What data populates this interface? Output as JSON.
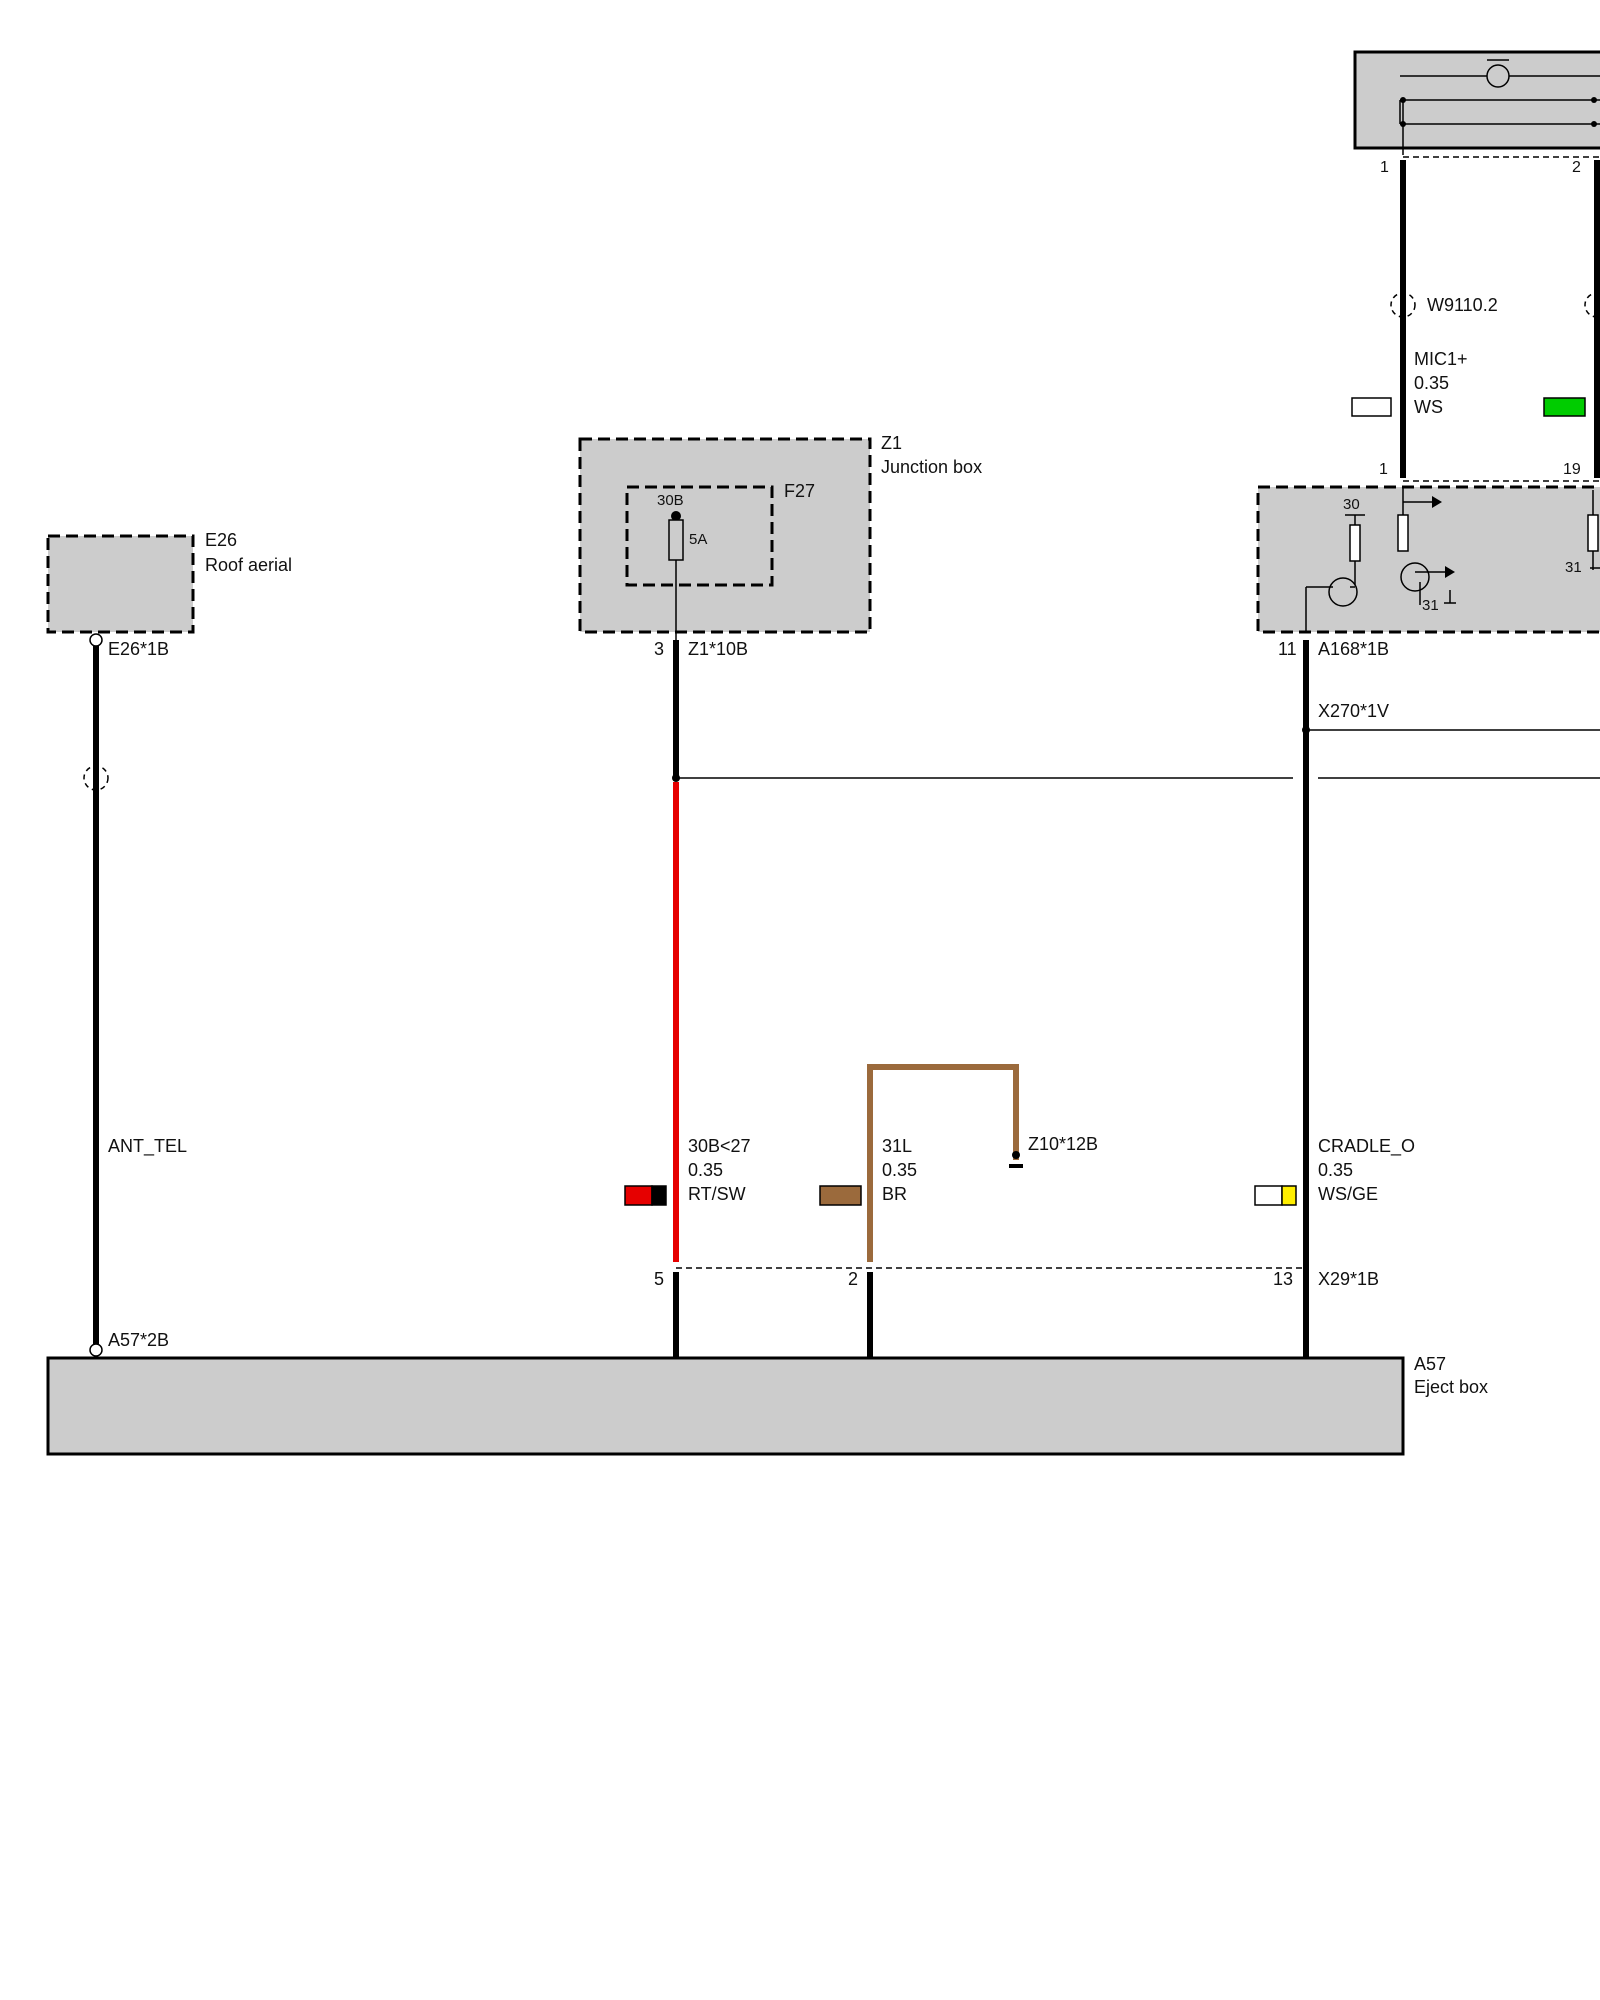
{
  "components": {
    "e26": {
      "id": "E26",
      "name": "Roof aerial",
      "pin": "E26*1B"
    },
    "z1": {
      "id": "Z1",
      "name": "Junction box",
      "pin": "Z1*10B",
      "pin_no": "3"
    },
    "f27": {
      "id": "F27",
      "terminal": "30B",
      "rating": "5A"
    },
    "a168": {
      "pin": "A168*1B",
      "pin_no": "11",
      "t30": "30",
      "t31a": "31",
      "t31b": "31"
    },
    "a57": {
      "id": "A57",
      "name": "Eject box",
      "pin": "A57*2B"
    },
    "mic": {
      "pin1": "1",
      "pin2": "2"
    },
    "splice": {
      "label": "X270*1V"
    },
    "x29": {
      "label": "X29*1B",
      "pins": [
        "5",
        "2",
        "13"
      ]
    },
    "upper_conn": {
      "pin1": "1",
      "pin19": "19"
    }
  },
  "wires": {
    "ant": {
      "name": "ANT_TEL"
    },
    "w30b": {
      "name": "30B<27",
      "size": "0.35",
      "color": "RT/SW",
      "swatch": [
        "#e60000",
        "#000000"
      ]
    },
    "w31l": {
      "name": "31L",
      "size": "0.35",
      "color": "BR",
      "swatch": [
        "#9b6a3c"
      ],
      "ground": "Z10*12B"
    },
    "cradle": {
      "name": "CRADLE_O",
      "size": "0.35",
      "color": "WS/GE",
      "swatch": [
        "#ffffff",
        "#ffee00"
      ]
    },
    "mic1": {
      "name": "MIC1+",
      "size": "0.35",
      "color": "WS",
      "harness": "W9110.2",
      "swatch": [
        "#ffffff"
      ],
      "swatch_right": "#00cc00"
    }
  },
  "colors": {
    "red": "#e60000",
    "brown": "#9b6a3c",
    "black": "#000000",
    "gray": "#cccccc"
  }
}
